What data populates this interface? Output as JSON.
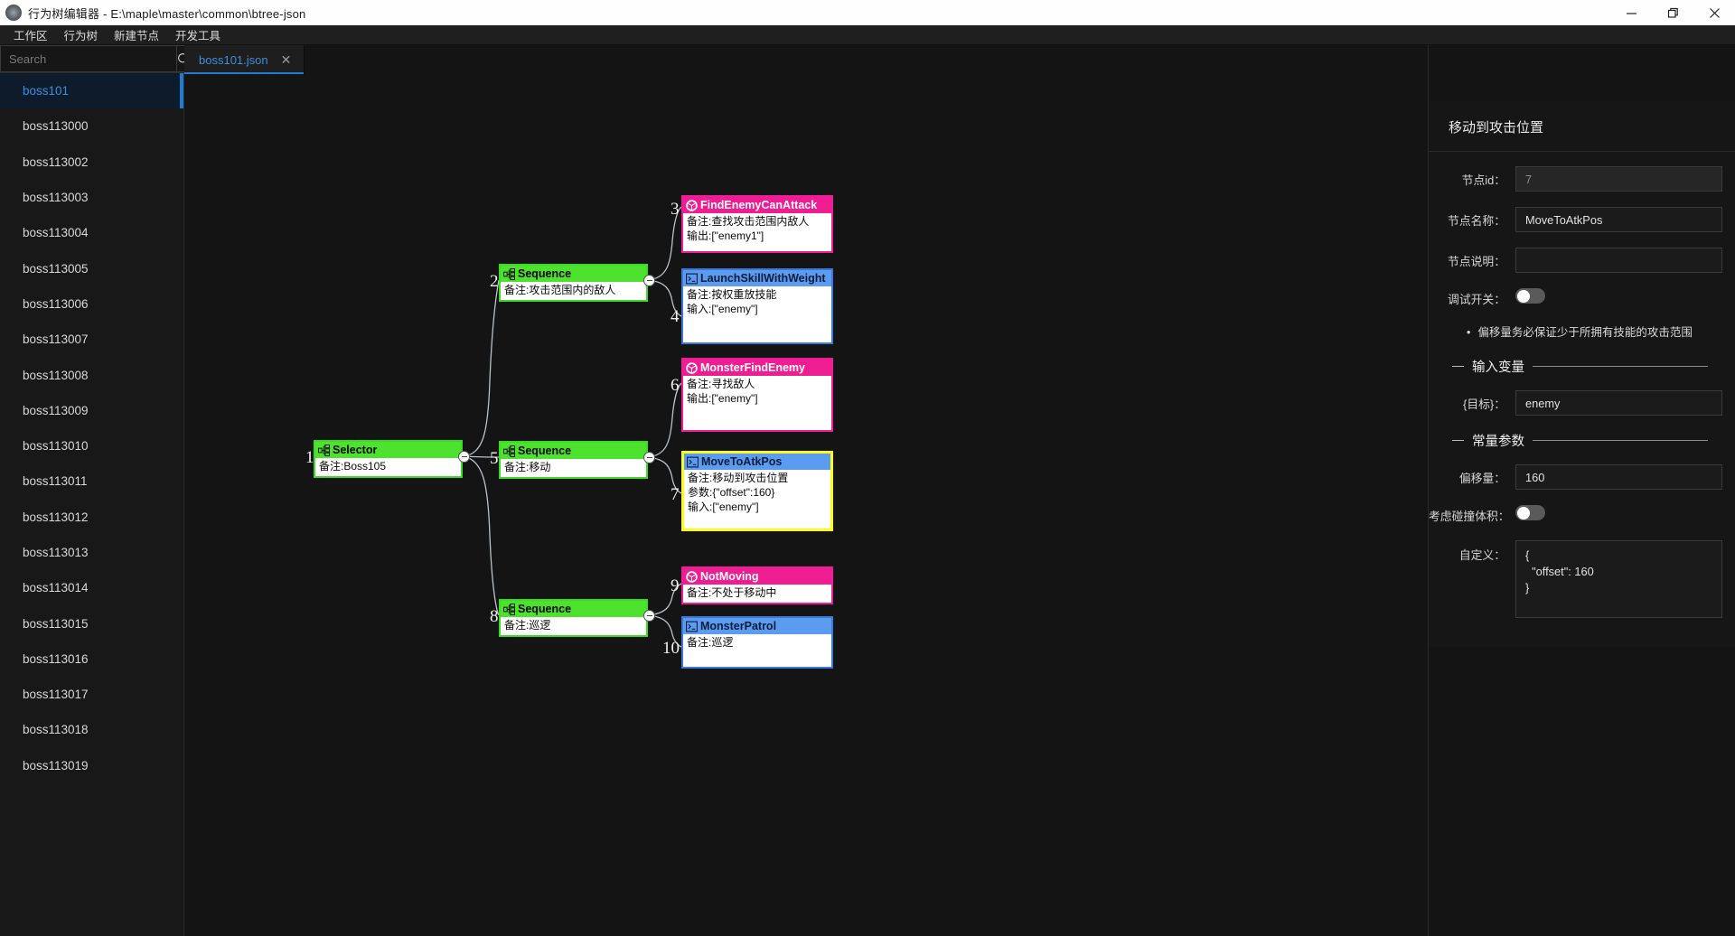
{
  "window": {
    "title": "行为树编辑器 - E:\\maple\\master\\common\\btree-json",
    "app_icon": "app-icon",
    "minimize": "—",
    "maximize": "❐",
    "close": "✕"
  },
  "menubar": {
    "items": [
      {
        "label": "工作区"
      },
      {
        "label": "行为树"
      },
      {
        "label": "新建节点"
      },
      {
        "label": "开发工具"
      }
    ]
  },
  "sidebar": {
    "search": {
      "placeholder": "Search",
      "value": "",
      "icon": "search-icon"
    },
    "files": [
      {
        "label": "boss101",
        "selected": true
      },
      {
        "label": "boss113000",
        "selected": false
      },
      {
        "label": "boss113002",
        "selected": false
      },
      {
        "label": "boss113003",
        "selected": false
      },
      {
        "label": "boss113004",
        "selected": false
      },
      {
        "label": "boss113005",
        "selected": false
      },
      {
        "label": "boss113006",
        "selected": false
      },
      {
        "label": "boss113007",
        "selected": false
      },
      {
        "label": "boss113008",
        "selected": false
      },
      {
        "label": "boss113009",
        "selected": false
      },
      {
        "label": "boss113010",
        "selected": false
      },
      {
        "label": "boss113011",
        "selected": false
      },
      {
        "label": "boss113012",
        "selected": false
      },
      {
        "label": "boss113013",
        "selected": false
      },
      {
        "label": "boss113014",
        "selected": false
      },
      {
        "label": "boss113015",
        "selected": false
      },
      {
        "label": "boss113016",
        "selected": false
      },
      {
        "label": "boss113017",
        "selected": false
      },
      {
        "label": "boss113018",
        "selected": false
      },
      {
        "label": "boss113019",
        "selected": false
      }
    ]
  },
  "tabs": [
    {
      "label": "boss101.json",
      "close": "✕",
      "active": true
    }
  ],
  "graph": {
    "nodes": [
      {
        "index": "1",
        "kind": "composite",
        "color": "green",
        "title": "Selector",
        "lines": [
          "备注:Boss105"
        ]
      },
      {
        "index": "2",
        "kind": "composite",
        "color": "green",
        "title": "Sequence",
        "lines": [
          "备注:攻击范围内的敌人"
        ]
      },
      {
        "index": "3",
        "kind": "condition",
        "color": "pink",
        "title": "FindEnemyCanAttack",
        "lines": [
          "备注:查找攻击范围内敌人",
          "输出:[\"enemy1\"]"
        ]
      },
      {
        "index": "4",
        "kind": "action",
        "color": "blue",
        "title": "LaunchSkillWithWeight",
        "lines": [
          "备注:按权重放技能",
          "输入:[\"enemy\"]"
        ]
      },
      {
        "index": "5",
        "kind": "composite",
        "color": "green",
        "title": "Sequence",
        "lines": [
          "备注:移动"
        ]
      },
      {
        "index": "6",
        "kind": "condition",
        "color": "pink",
        "title": "MonsterFindEnemy",
        "lines": [
          "备注:寻找敌人",
          "输出:[\"enemy\"]"
        ]
      },
      {
        "index": "7",
        "kind": "action",
        "color": "yellowsel",
        "title": "MoveToAtkPos",
        "lines": [
          "备注:移动到攻击位置",
          "参数:{\"offset\":160}",
          "输入:[\"enemy\"]"
        ]
      },
      {
        "index": "8",
        "kind": "composite",
        "color": "green",
        "title": "Sequence",
        "lines": [
          "备注:巡逻"
        ]
      },
      {
        "index": "9",
        "kind": "condition",
        "color": "pink",
        "title": "NotMoving",
        "lines": [
          "备注:不处于移动中"
        ]
      },
      {
        "index": "10",
        "kind": "action",
        "color": "blue",
        "title": "MonsterPatrol",
        "lines": [
          "备注:巡逻"
        ]
      }
    ]
  },
  "properties": {
    "title": "移动到攻击位置",
    "node_id": {
      "label": "节点id：",
      "value": "7",
      "readonly": true
    },
    "node_name": {
      "label": "节点名称：",
      "value": "MoveToAtkPos"
    },
    "node_desc": {
      "label": "节点说明：",
      "value": ""
    },
    "debug_switch": {
      "label": "调试开关：",
      "on": false
    },
    "hint": {
      "bullet": "•",
      "text": "偏移量务必保证少于所拥有技能的攻击范围"
    },
    "section_input": {
      "label": "输入变量"
    },
    "input_target": {
      "label": "{目标}：",
      "value": "enemy"
    },
    "section_const": {
      "label": "常量参数"
    },
    "offset": {
      "label": "偏移量：",
      "value": "160"
    },
    "collision": {
      "label": "考虑碰撞体积：",
      "on": false
    },
    "custom": {
      "label": "自定义：",
      "value": "{\n  \"offset\": 160\n}"
    }
  },
  "colors": {
    "accent": "#1a7fd4",
    "composite": "#4ce22e",
    "condition": "#ee1d92",
    "action": "#5b9bf0",
    "selected_outline": "#fbfb22"
  }
}
